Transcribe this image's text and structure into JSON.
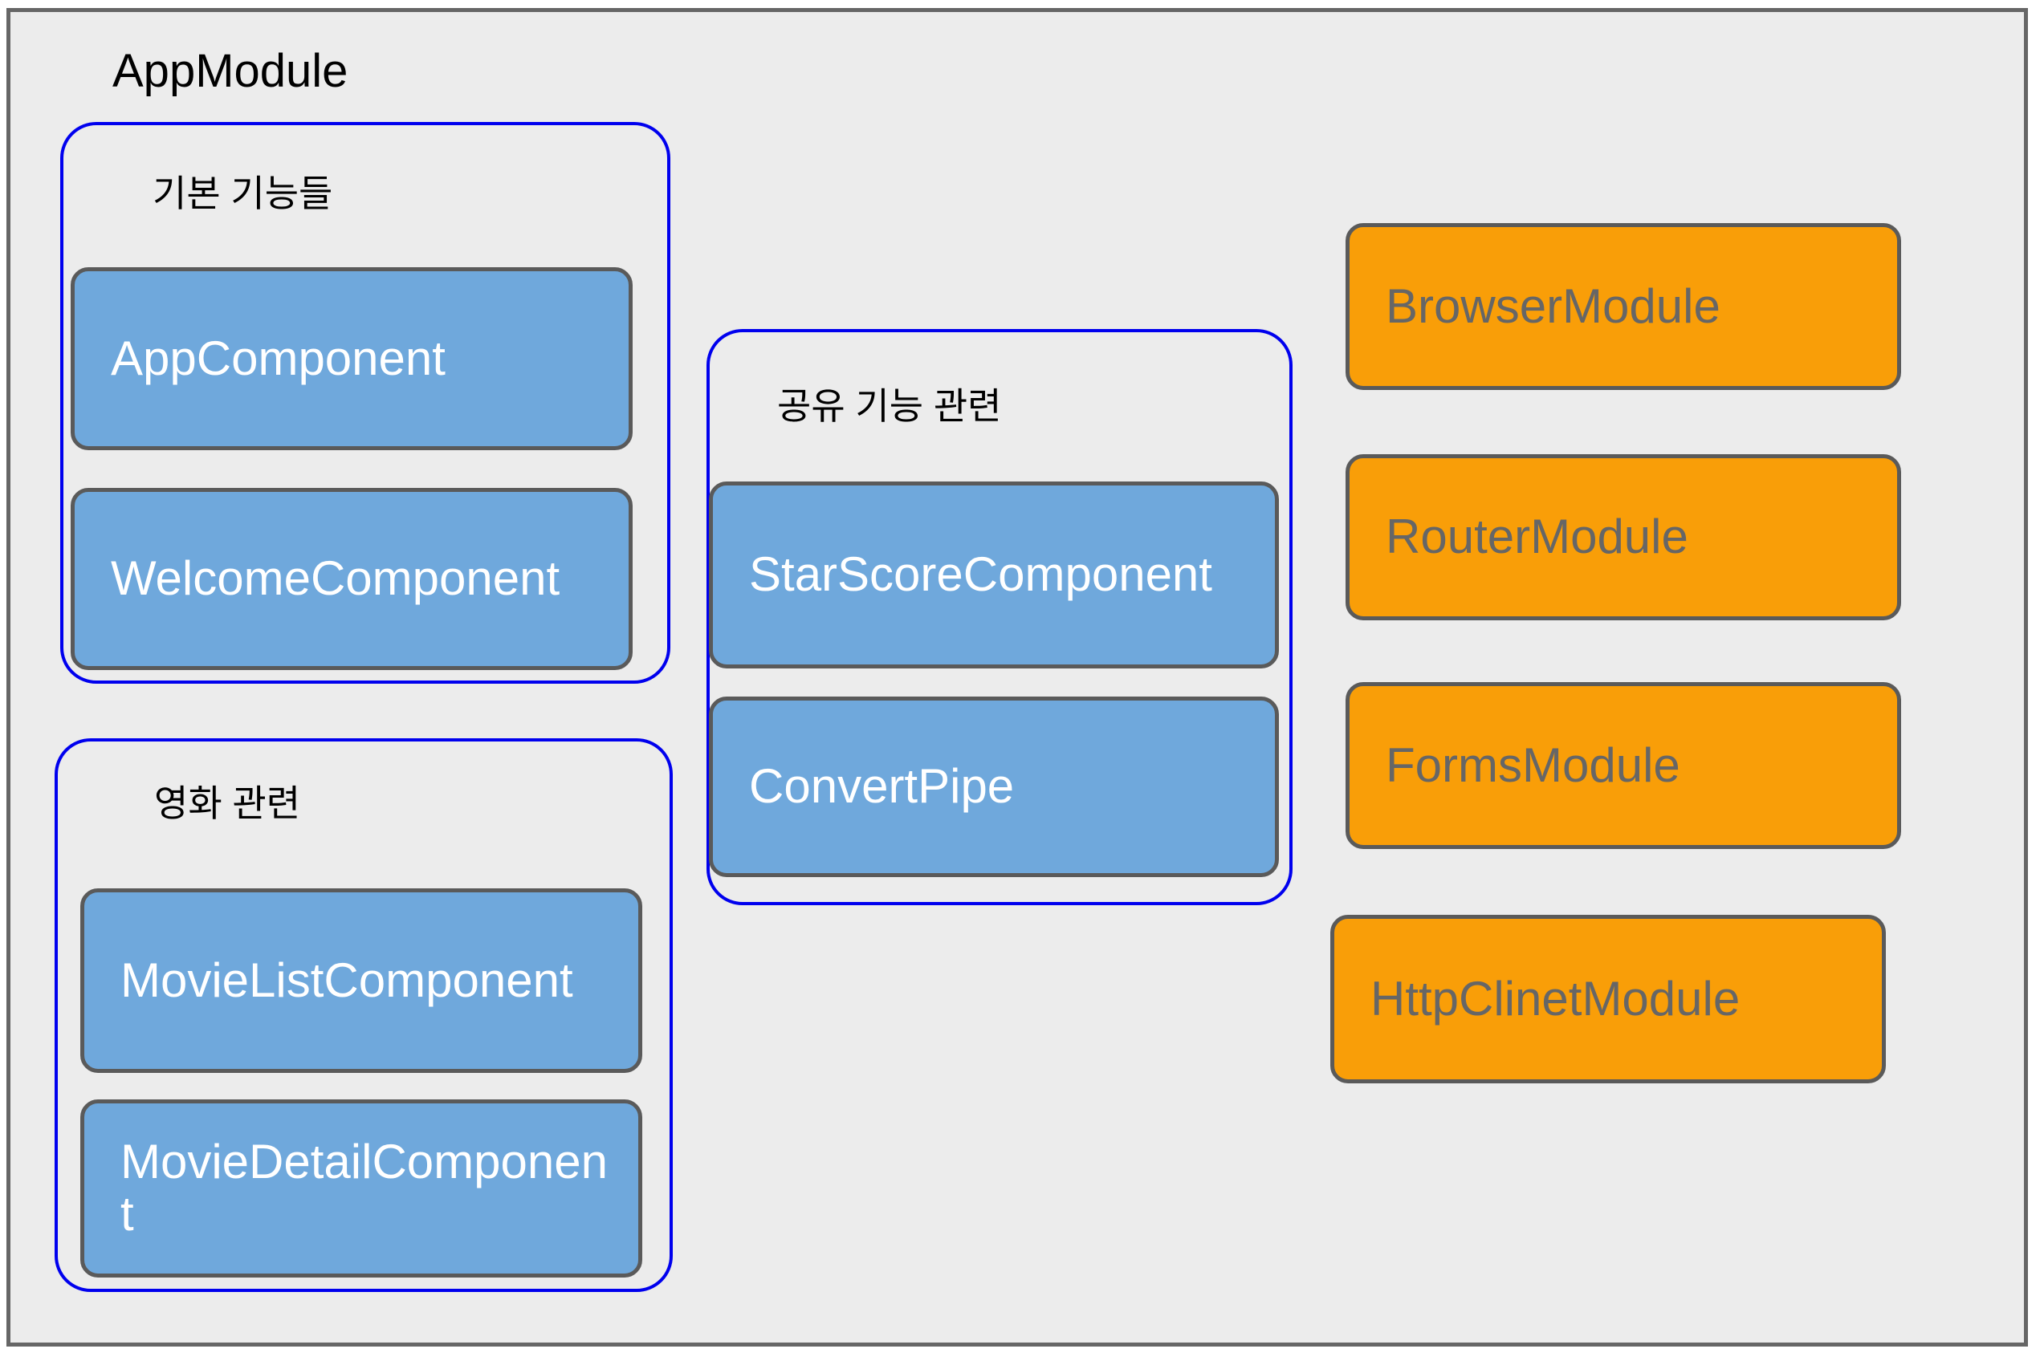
{
  "diagram": {
    "type": "module-architecture",
    "root": {
      "title": "AppModule",
      "fill": "#ececec",
      "border": "#666666"
    },
    "colors": {
      "group_outline": "#0000ee",
      "component_fill": "#6fa8dc",
      "component_text": "#ffffff",
      "module_fill": "#f99e08",
      "module_text": "#666666",
      "node_border": "#5a5a5a",
      "title_text": "#000000"
    },
    "groups": [
      {
        "label": "기본 기능들",
        "nodes": [
          {
            "label": "AppComponent",
            "kind": "component"
          },
          {
            "label": "WelcomeComponent",
            "kind": "component"
          }
        ]
      },
      {
        "label": "공유 기능 관련",
        "nodes": [
          {
            "label": "StarScoreComponent",
            "kind": "component"
          },
          {
            "label": "ConvertPipe",
            "kind": "component"
          }
        ]
      },
      {
        "label": "영화 관련",
        "nodes": [
          {
            "label": "MovieListComponent",
            "kind": "component"
          },
          {
            "label": "MovieDetailComponent",
            "kind": "component"
          }
        ]
      }
    ],
    "imported_modules": [
      {
        "label": "BrowserModule",
        "kind": "module"
      },
      {
        "label": "RouterModule",
        "kind": "module"
      },
      {
        "label": "FormsModule",
        "kind": "module"
      },
      {
        "label": "HttpClinetModule",
        "kind": "module"
      }
    ]
  }
}
